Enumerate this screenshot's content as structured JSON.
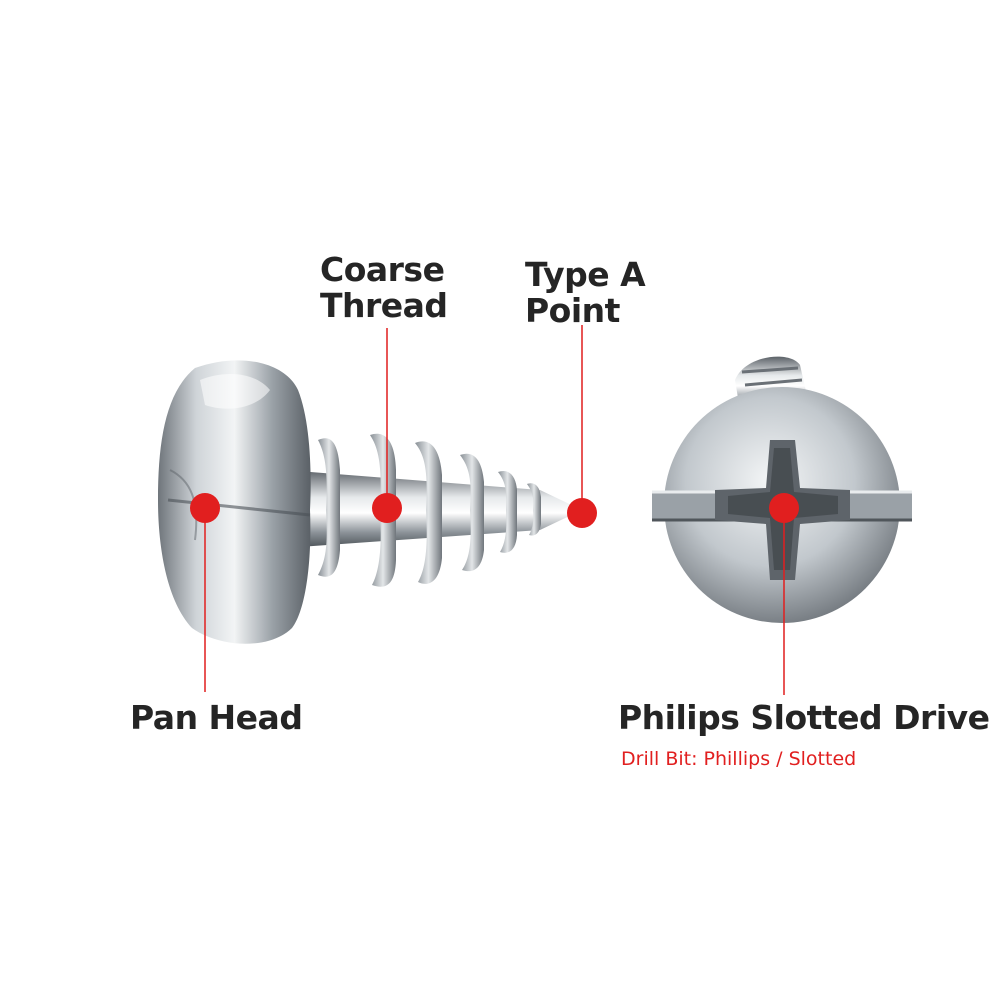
{
  "colors": {
    "accent": "#e11f1f",
    "text": "#252525",
    "background": "#ffffff"
  },
  "callouts": {
    "coarse_thread": {
      "line1": "Coarse",
      "line2": "Thread"
    },
    "type_a_point": {
      "line1": "Type A",
      "line2": "Point"
    },
    "pan_head": {
      "label": "Pan Head"
    },
    "drive": {
      "label": "Philips Slotted Drive",
      "note": "Drill Bit: Phillips / Slotted"
    }
  }
}
